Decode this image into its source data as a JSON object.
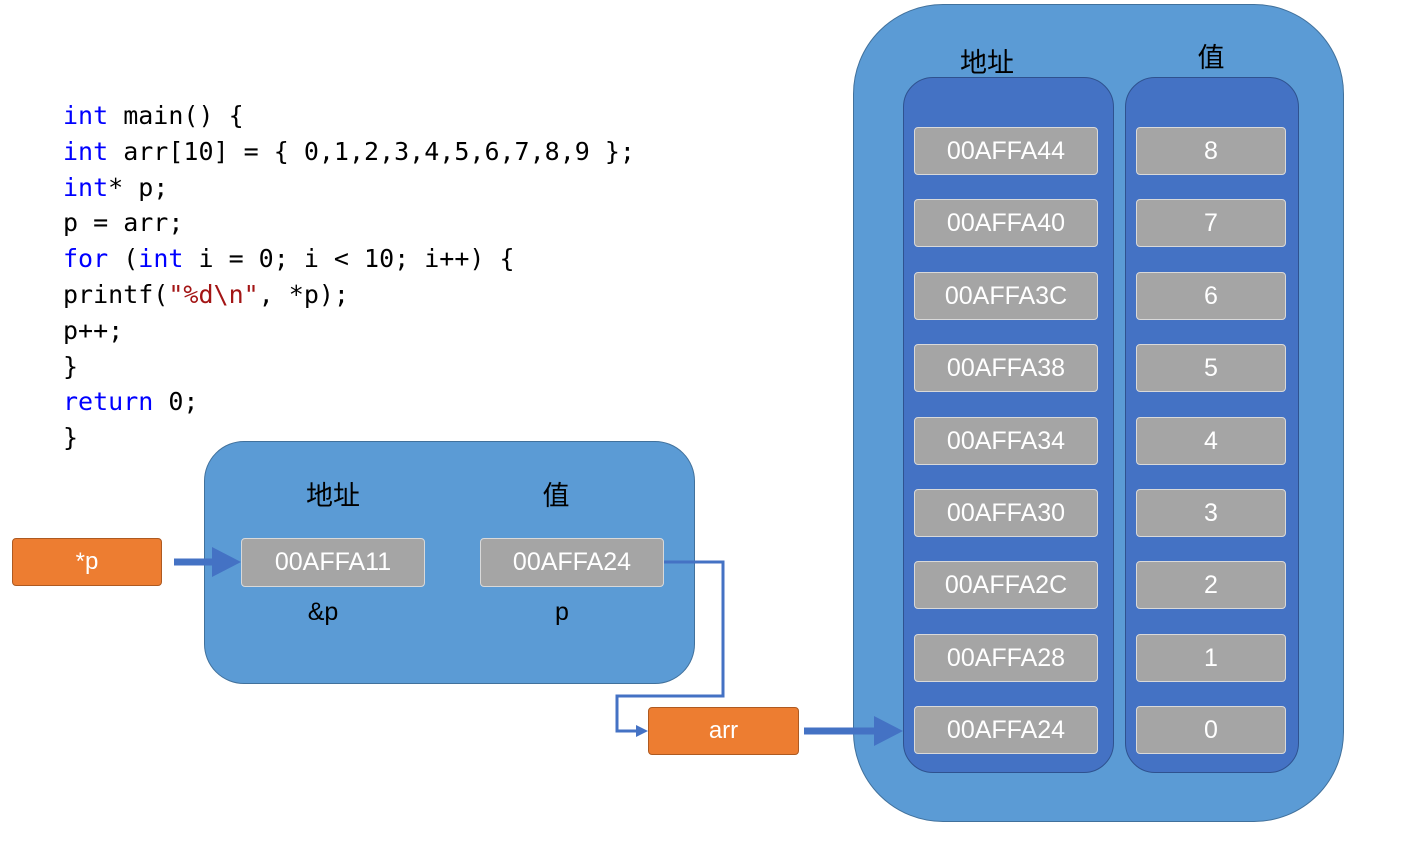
{
  "code": {
    "lines": [
      [
        {
          "t": "int",
          "c": "kw"
        },
        {
          "t": " main() {"
        }
      ],
      [
        {
          "t": "int",
          "c": "kw"
        },
        {
          "t": " arr[10] = { 0,1,2,3,4,5,6,7,8,9 };"
        }
      ],
      [
        {
          "t": "int",
          "c": "kw"
        },
        {
          "t": "* p;"
        }
      ],
      [
        {
          "t": "p = arr;"
        }
      ],
      [
        {
          "t": "for",
          "c": "kw"
        },
        {
          "t": " ("
        },
        {
          "t": "int",
          "c": "kw"
        },
        {
          "t": " i = 0; i < 10; i++) {"
        }
      ],
      [
        {
          "t": "printf("
        },
        {
          "t": "\"%d\\n\"",
          "c": "str"
        },
        {
          "t": ", *p);"
        }
      ],
      [
        {
          "t": "p++;"
        }
      ],
      [
        {
          "t": "}"
        }
      ],
      [
        {
          "t": "return",
          "c": "kw"
        },
        {
          "t": " 0;"
        }
      ],
      [
        {
          "t": "}"
        }
      ]
    ]
  },
  "pointer_box": {
    "address_header": "地址",
    "value_header": "值",
    "address_cell": "00AFFA11",
    "value_cell": "00AFFA24",
    "address_sublabel": "&p",
    "value_sublabel": "p"
  },
  "deref_label": "*p",
  "arr_label": "arr",
  "array_box": {
    "address_header": "地址",
    "value_header": "值",
    "rows": [
      {
        "address": "00AFFA44",
        "value": "8"
      },
      {
        "address": "00AFFA40",
        "value": "7"
      },
      {
        "address": "00AFFA3C",
        "value": "6"
      },
      {
        "address": "00AFFA38",
        "value": "5"
      },
      {
        "address": "00AFFA34",
        "value": "4"
      },
      {
        "address": "00AFFA30",
        "value": "3"
      },
      {
        "address": "00AFFA2C",
        "value": "2"
      },
      {
        "address": "00AFFA28",
        "value": "1"
      },
      {
        "address": "00AFFA24",
        "value": "0"
      }
    ]
  },
  "colors": {
    "panel": "#5b9bd5",
    "column": "#4472c4",
    "cell": "#a5a5a5",
    "label_box": "#ed7d31",
    "arrow": "#4472c4",
    "keyword": "#0000ff",
    "string": "#a31515"
  }
}
